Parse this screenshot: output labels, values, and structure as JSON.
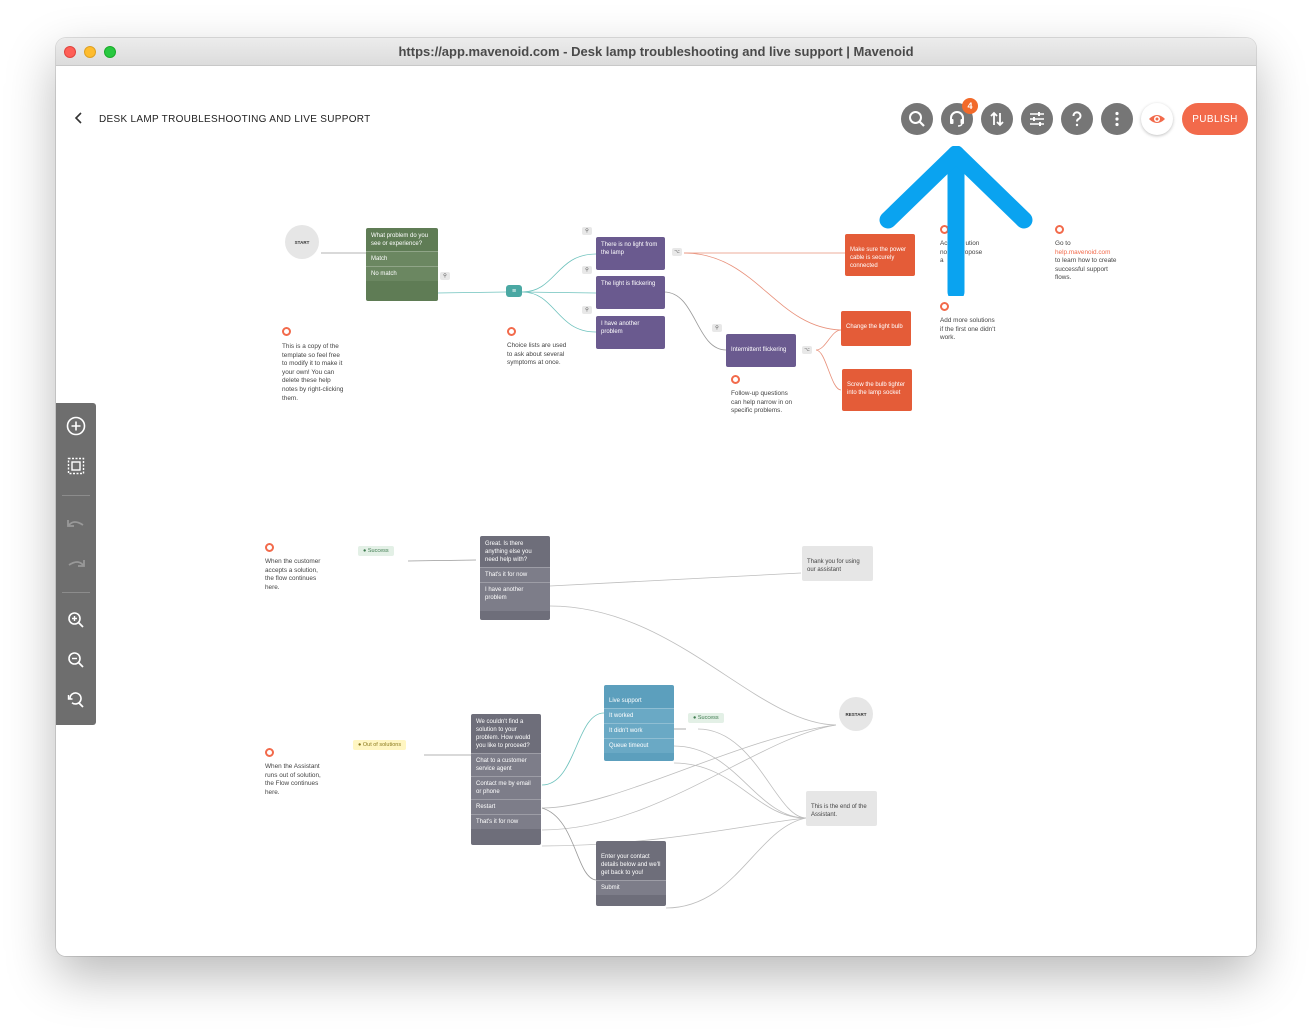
{
  "browser": {
    "title": "https://app.mavenoid.com - Desk lamp troubleshooting and live support | Mavenoid"
  },
  "header": {
    "back_icon": "chevron-left-icon",
    "title": "DESK LAMP TROUBLESHOOTING AND LIVE SUPPORT",
    "notifications_count": "4",
    "publish_label": "PUBLISH",
    "accent_color": "#f26a4b"
  },
  "flow": {
    "start_label": "START",
    "restart_label": "RESTART",
    "question": {
      "title": "What problem do you see or experience?",
      "rows": [
        "Match",
        "No match"
      ]
    },
    "symptoms": [
      "There is no light from the lamp",
      "The light is flickering",
      "I have another problem"
    ],
    "followup": "Intermittent flickering",
    "solutions": [
      "Make sure the power cable is securely connected",
      "Change the light bulb",
      "Screw the bulb tighter into the lamp socket"
    ],
    "notes": {
      "template": "This is a copy of the template so feel free to modify it to make it your own! You can delete these help notes by right-clicking them.",
      "choice": "Choice lists are used to ask about several symptoms at once.",
      "followup": "Follow-up questions can help narrow in on specific problems.",
      "add_solution_1": "Ac",
      "add_solution_2": "ution",
      "add_solution_3": "no",
      "add_solution_4": "propose",
      "add_solution_5": "a",
      "add_solution_6": "n.",
      "more_solutions": "Add more solutions if the first one didn't work.",
      "goto_prefix": "Go to",
      "goto_link": "help.mavenoid.com",
      "goto_suffix": "to learn how to create successful support flows.",
      "success": "When the customer accepts a solution, the flow continues here.",
      "out": "When the Assistant runs out of solution, the Flow continues here."
    },
    "success_chip": "Success",
    "out_chip": "Out of solutions",
    "help_question": {
      "title": "Great. Is there anything else you need help with?",
      "rows": [
        "That's it for now",
        "I have another problem"
      ]
    },
    "thank_you": "Thank you for using our assistant",
    "live_support": {
      "title": "Live support",
      "rows": [
        "It worked",
        "It didn't work",
        "Queue timeout"
      ]
    },
    "live_success_chip": "Success",
    "no_solution": {
      "title": "We couldn't find a solution to your problem. How would you like to proceed?",
      "rows": [
        "Chat to a customer service agent",
        "Contact me by email or phone",
        "Restart",
        "That's it for now"
      ]
    },
    "end": "This is the end of the Assistant.",
    "contact": {
      "title": "Enter your contact details below and we'll get back to you!",
      "rows": [
        "Submit"
      ]
    }
  }
}
